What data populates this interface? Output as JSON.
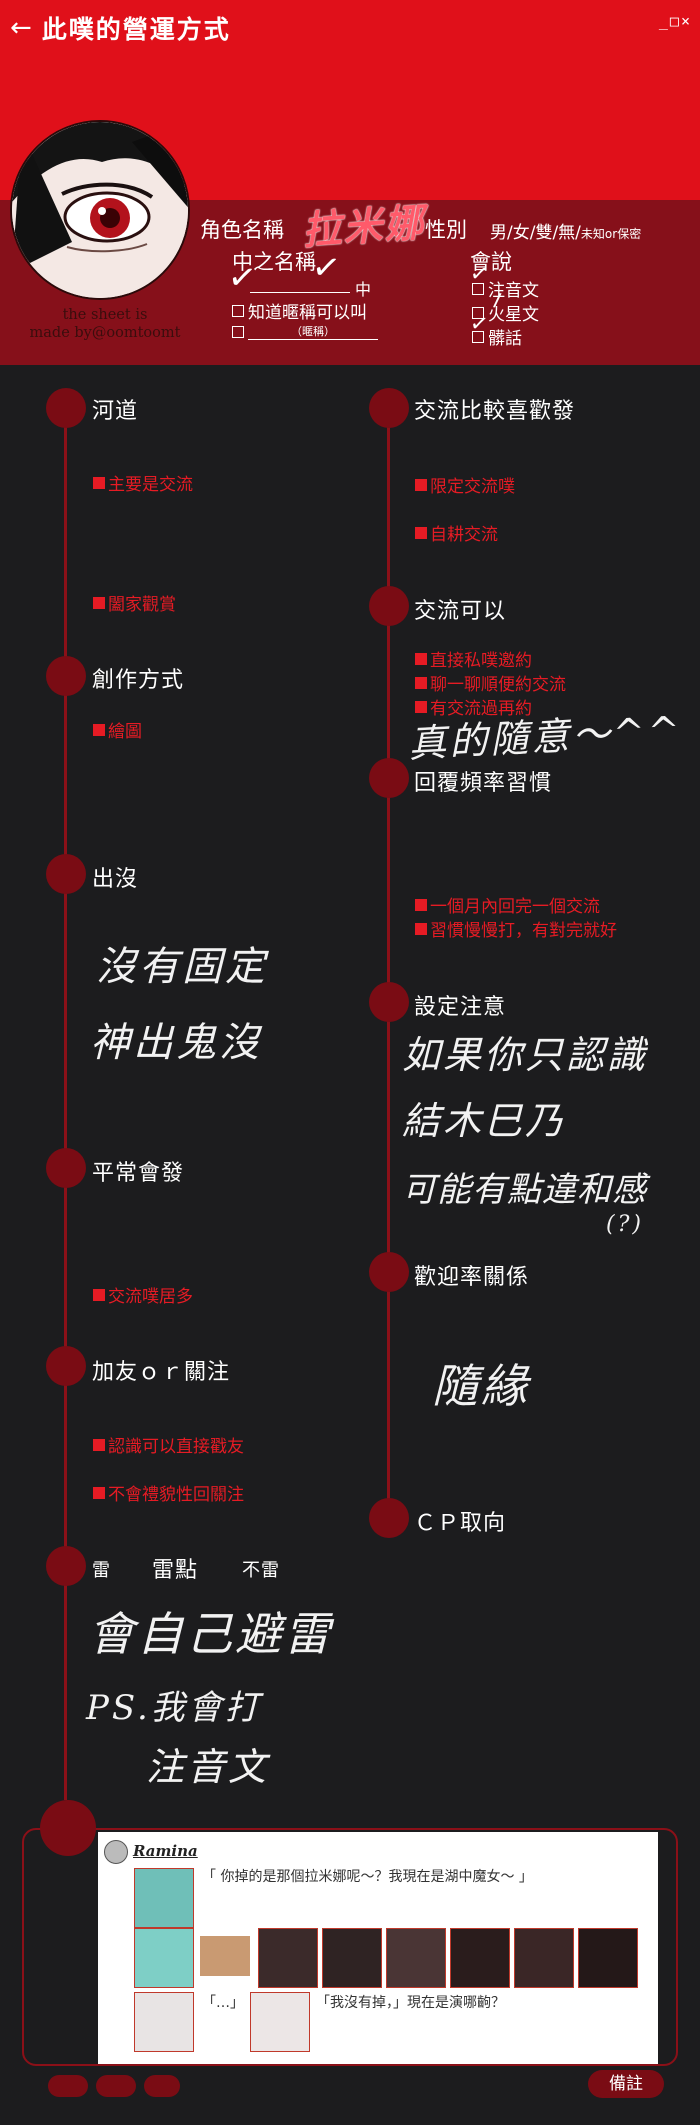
{
  "header": {
    "title": "此噗的營運方式",
    "window_controls": "_□×",
    "credit_line1": "the sheet is",
    "credit_line2": "made by@oomtoomt",
    "char_label": "角色名稱",
    "char_name": "拉米娜",
    "gender_label": "性別",
    "gender_options": "男/女/雙/無/",
    "gender_unknown": "未知or保密",
    "zhong_label": "中之名稱",
    "zhong_suffix": "中",
    "nickname_ok": "知道暱稱可以叫",
    "nickname_hint": "（暱稱）",
    "speak_label": "會說",
    "speak_options": [
      "注音文",
      "火星文",
      "髒話"
    ]
  },
  "left": {
    "hedao": {
      "title": "河道",
      "items": [
        "主要是交流",
        "闔家觀賞"
      ]
    },
    "create": {
      "title": "創作方式",
      "items": [
        "繪圖"
      ]
    },
    "appear": {
      "title": "出沒",
      "hw1": "沒有固定",
      "hw2": "神出鬼沒"
    },
    "usual": {
      "title": "平常會發",
      "items": [
        "交流噗居多"
      ]
    },
    "friend": {
      "title": "加友ｏｒ關注",
      "items": [
        "認識可以直接戳友",
        "不會禮貌性回關注"
      ]
    },
    "lei": {
      "t1": "雷",
      "t2": "雷點",
      "t3": "不雷",
      "hw1": "會自己避雷",
      "hw2": "PS.我會打",
      "hw3": "注音文"
    }
  },
  "right": {
    "likes": {
      "title": "交流比較喜歡發",
      "items": [
        "限定交流噗",
        "自耕交流"
      ]
    },
    "ok": {
      "title": "交流可以",
      "items": [
        "直接私噗邀約",
        "聊一聊順便約交流",
        "有交流過再約"
      ],
      "hw": "真的隨意～^^"
    },
    "reply": {
      "title": "回覆頻率習慣",
      "items": [
        "一個月內回完一個交流",
        "習慣慢慢打，有對完就好"
      ]
    },
    "setting": {
      "title": "設定注意",
      "hw1": "如果你只認識",
      "hw2": "結木巳乃",
      "hw3": "可能有點違和感",
      "hw4": "(?)"
    },
    "welcome": {
      "title": "歡迎率關係",
      "hw": "隨緣"
    },
    "cp": {
      "title": "ＣＰ取向"
    }
  },
  "chat": {
    "user": "Ramina",
    "msg1": "「 你掉的是那個拉米娜呢～？我現在是湖中魔女～ 」",
    "msg2": "「…」",
    "msg3": "「我沒有掉，」現在是演哪齣？"
  },
  "footer": {
    "note_button": "備註"
  },
  "colors": {
    "accent_red": "#e0101a",
    "dark_red": "#86101a",
    "dot": "#7a0c14",
    "background": "#1c1c1e",
    "item_text": "#e61b24"
  }
}
